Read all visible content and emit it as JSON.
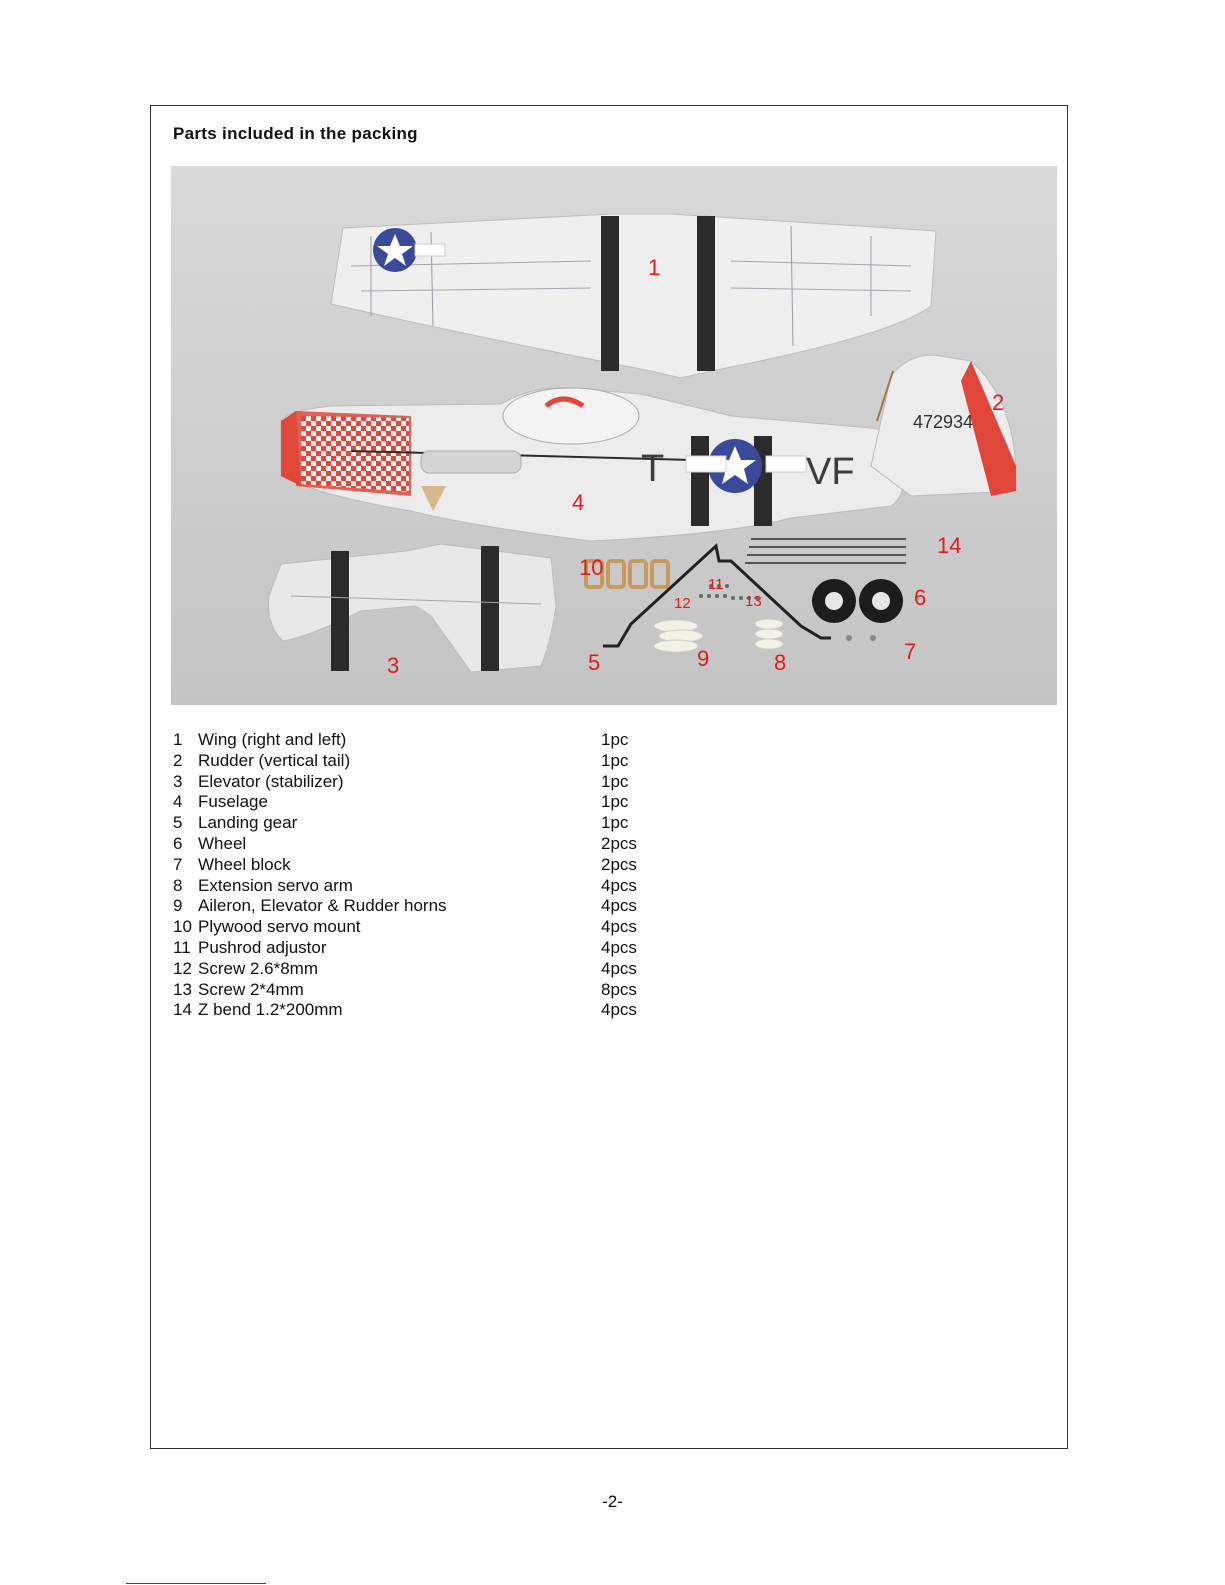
{
  "section_title": "Parts included in the packing",
  "photo": {
    "callouts": [
      "1",
      "2",
      "3",
      "4",
      "5",
      "6",
      "7",
      "8",
      "9",
      "10",
      "11",
      "12",
      "13",
      "14"
    ],
    "markings": {
      "tail_number": "472934",
      "fuselage_code_left": "T",
      "fuselage_code_right": "VF"
    }
  },
  "parts": [
    {
      "num": "1",
      "name": "Wing (right and left)",
      "qty": "1pc"
    },
    {
      "num": "2",
      "name": "Rudder (vertical tail)",
      "qty": "1pc"
    },
    {
      "num": "3",
      "name": "Elevator (stabilizer)",
      "qty": "1pc"
    },
    {
      "num": "4",
      "name": "Fuselage",
      "qty": "1pc"
    },
    {
      "num": "5",
      "name": "Landing gear",
      "qty": "1pc"
    },
    {
      "num": "6",
      "name": "Wheel",
      "qty": "2pcs"
    },
    {
      "num": "7",
      "name": "Wheel block",
      "qty": "2pcs"
    },
    {
      "num": "8",
      "name": "Extension servo arm",
      "qty": "4pcs"
    },
    {
      "num": "9",
      "name": "Aileron, Elevator & Rudder horns",
      "qty": "4pcs"
    },
    {
      "num": "10",
      "name": "Plywood servo mount",
      "qty": "4pcs"
    },
    {
      "num": "11",
      "name": "Pushrod adjustor",
      "qty": "4pcs"
    },
    {
      "num": "12",
      "name": "Screw   2.6*8mm",
      "qty": "4pcs"
    },
    {
      "num": "13",
      "name": "Screw   2*4mm",
      "qty": "8pcs"
    },
    {
      "num": "14",
      "name": "Z bend  1.2*200mm",
      "qty": "4pcs"
    }
  ],
  "page_number": "-2-",
  "colors": {
    "callout": "#e31b1b",
    "foam": "#ececec",
    "stripe": "#2b2b2b",
    "roundel": "#3a4a9a",
    "red_trim": "#e0463a"
  }
}
